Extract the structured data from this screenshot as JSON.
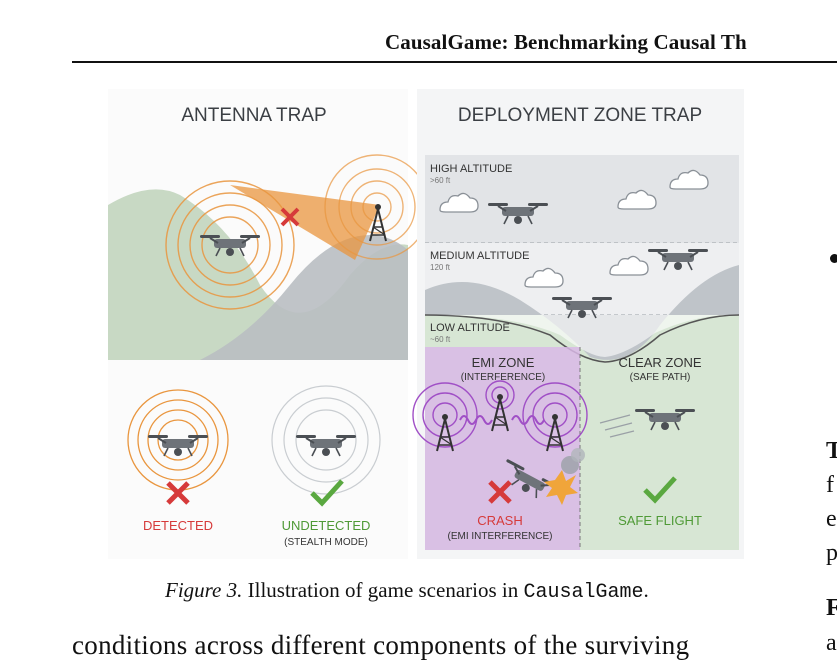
{
  "header": {
    "running_title": "CausalGame: Benchmarking Causal Th"
  },
  "figure": {
    "panel_left": {
      "title": "ANTENNA TRAP",
      "detected_label": "DETECTED",
      "undetected_label": "UNDETECTED",
      "undetected_sub": "(STEALTH MODE)"
    },
    "panel_right": {
      "title": "DEPLOYMENT ZONE TRAP",
      "high": {
        "label": "HIGH ALTITUDE",
        "sub": ">60 ft"
      },
      "medium": {
        "label": "MEDIUM ALTITUDE",
        "sub": "120 ft"
      },
      "low": {
        "label": "LOW ALTITUDE",
        "sub": "~60 ft"
      },
      "emi_zone": {
        "label": "EMI ZONE",
        "sub": "(INTERFERENCE)"
      },
      "clear_zone": {
        "label": "CLEAR ZONE",
        "sub": "(SAFE PATH)"
      },
      "crash": {
        "label": "CRASH",
        "sub": "(EMI INTERFERENCE)"
      },
      "safe_label": "SAFE FLIGHT"
    },
    "colors": {
      "orange": "#e9963f",
      "red": "#d63a3a",
      "green": "#5aa840",
      "purple": "#a04fc6",
      "hill_green": "#c8d9c4",
      "hill_gray": "#b9bec2"
    }
  },
  "caption": {
    "label": "Figure 3.",
    "text": " Illustration of game scenarios in ",
    "code": "CausalGame",
    "end": "."
  },
  "body_text": "conditions across different components of the surviving",
  "right_margin": {
    "letters": [
      "T",
      "f",
      "e",
      "p",
      "F",
      "a"
    ]
  }
}
